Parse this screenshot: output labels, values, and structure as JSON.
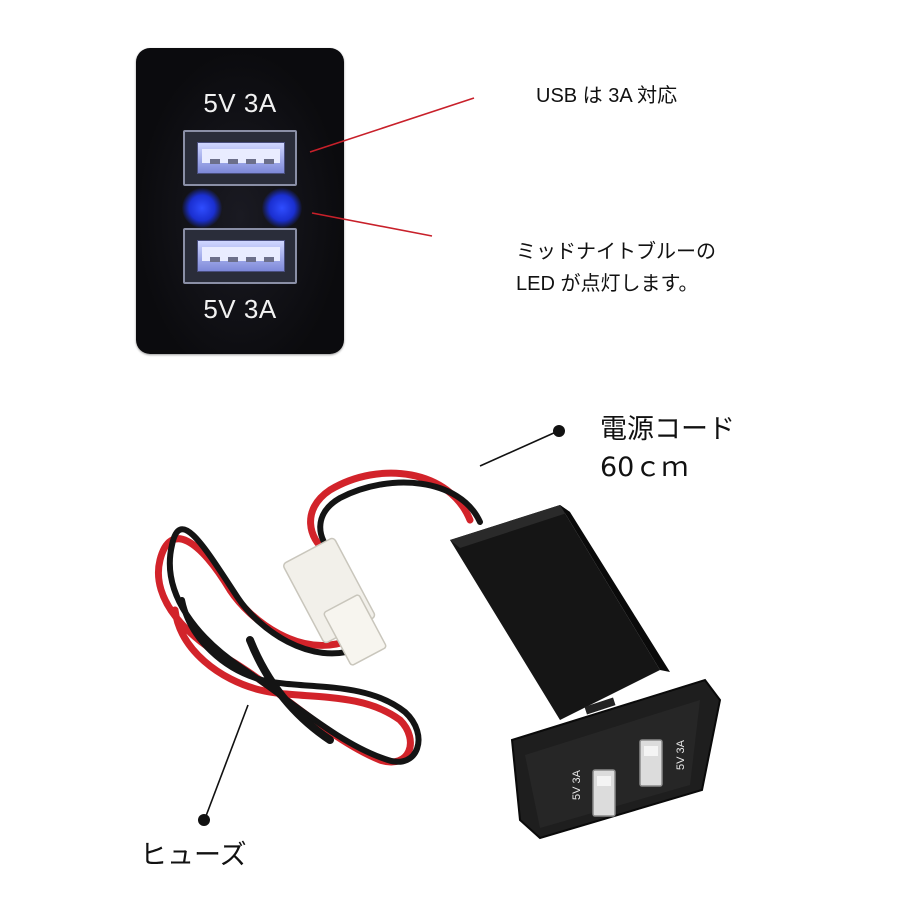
{
  "panel": {
    "top_port_label": "5V 3A",
    "bottom_port_label": "5V 3A"
  },
  "callouts": {
    "usb_3a": "USB は 3A 対応",
    "led_line1": "ミッドナイトブルーの",
    "led_line2": "LED が点灯します。",
    "cord_line1": "電源コード",
    "cord_line2": "60ｃｍ",
    "fuse": "ヒューズ"
  },
  "module": {
    "port_left_label": "5V 3A",
    "port_right_label": "5V 3A"
  },
  "colors": {
    "panel_bg": "#0b0b0e",
    "led_blue": "#2f4dff",
    "wire_red": "#d2232a",
    "wire_black": "#141414",
    "callout_line_red": "#c8202a"
  }
}
